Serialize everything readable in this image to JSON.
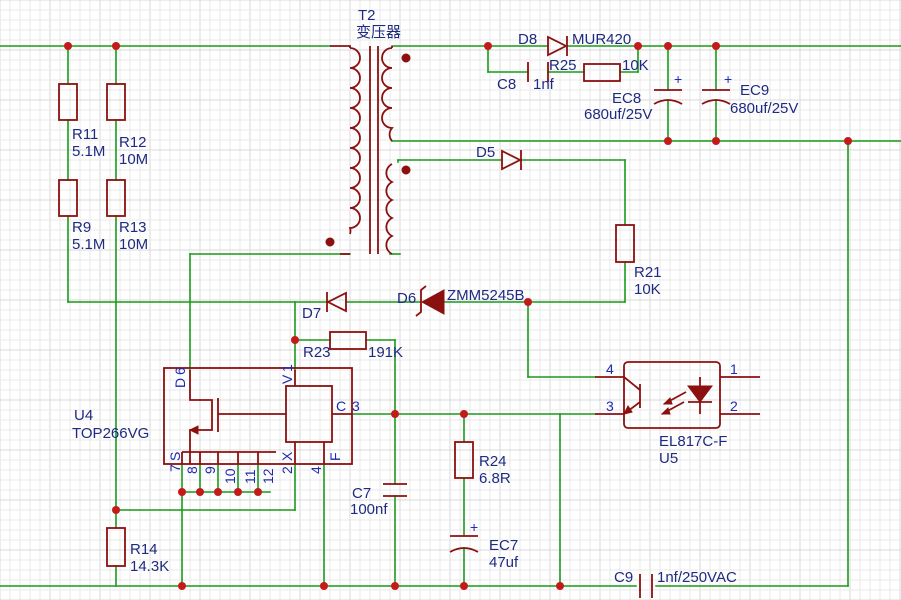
{
  "transformer": {
    "ref": "T2",
    "value": "变压器"
  },
  "components": {
    "R11": {
      "ref": "R11",
      "value": "5.1M"
    },
    "R12": {
      "ref": "R12",
      "value": "10M"
    },
    "R9": {
      "ref": "R9",
      "value": "5.1M"
    },
    "R13": {
      "ref": "R13",
      "value": "10M"
    },
    "D8": {
      "ref": "D8",
      "value": "MUR420"
    },
    "C8": {
      "ref": "C8",
      "value": "1nf"
    },
    "R25": {
      "ref": "R25",
      "value": "10K"
    },
    "EC8": {
      "ref": "EC8",
      "value": "680uf/25V"
    },
    "EC9": {
      "ref": "EC9",
      "value": "680uf/25V"
    },
    "D5": {
      "ref": "D5"
    },
    "R21": {
      "ref": "R21",
      "value": "10K"
    },
    "D6": {
      "ref": "D6",
      "value": "ZMM5245B"
    },
    "D7": {
      "ref": "D7"
    },
    "R23": {
      "ref": "R23",
      "value": "191K"
    },
    "U4": {
      "ref": "U4",
      "value": "TOP266VG"
    },
    "U5": {
      "ref": "U5",
      "value": "EL817C-F"
    },
    "R24": {
      "ref": "R24",
      "value": "6.8R"
    },
    "EC7": {
      "ref": "EC7",
      "value": "47uf"
    },
    "C7": {
      "ref": "C7",
      "value": "100nf"
    },
    "R14": {
      "ref": "R14",
      "value": "14.3K"
    },
    "C9": {
      "ref": "C9",
      "value": "1nf/250VAC"
    }
  },
  "u4_pins": {
    "d": "D",
    "d_num": "6",
    "v": "V",
    "v_num": "1",
    "c": "C",
    "c_num": "3",
    "s": "S",
    "s_num": "7",
    "x": "X",
    "x_num": "2",
    "f": "F",
    "f_num": "4",
    "p8": "8",
    "p9": "9",
    "p10": "10",
    "p11": "11",
    "p12": "12"
  },
  "u5_pins": {
    "p1": "1",
    "p2": "2",
    "p3": "3",
    "p4": "4"
  },
  "polarity": {
    "plus": "+"
  },
  "colors": {
    "wire": "#1a9a1a",
    "part": "#8b1010",
    "label": "#1f2a80",
    "junction": "#c41a1a"
  }
}
